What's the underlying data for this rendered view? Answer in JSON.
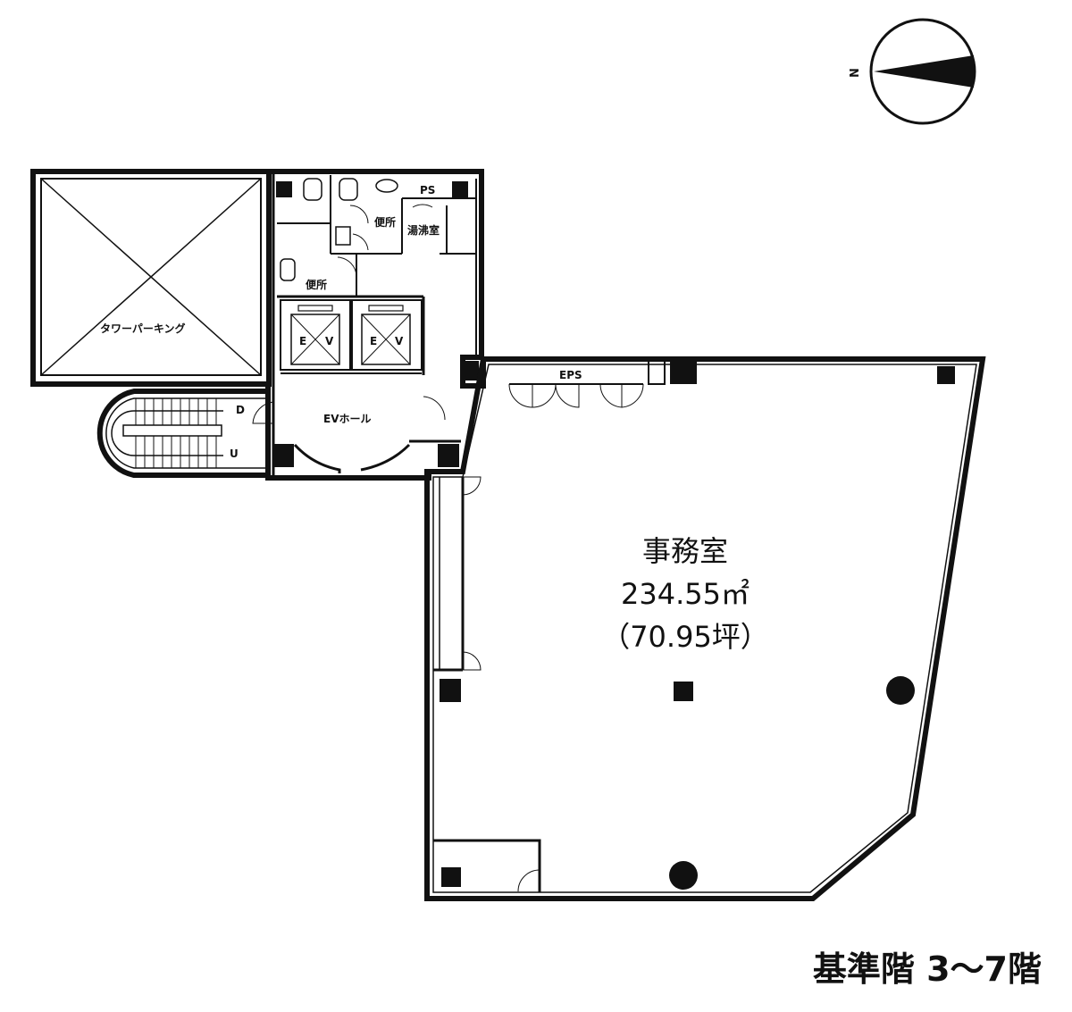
{
  "plan": {
    "caption": "基準階 3〜7階",
    "compass_label": "N",
    "office": {
      "name": "事務室",
      "area_m2": "234.55㎡",
      "area_tsubo": "（70.95坪）"
    },
    "rooms": {
      "tower_parking": "タワーパーキング",
      "ev_hall": "EVホール",
      "eps": "EPS",
      "ps": "PS",
      "kitchenette": "湯沸室",
      "toilet_a": "便所",
      "toilet_b": "便所",
      "elevator_1_left": "E",
      "elevator_1_right": "V",
      "elevator_2_left": "E",
      "elevator_2_right": "V",
      "stairs_down": "D",
      "stairs_up": "U"
    }
  }
}
